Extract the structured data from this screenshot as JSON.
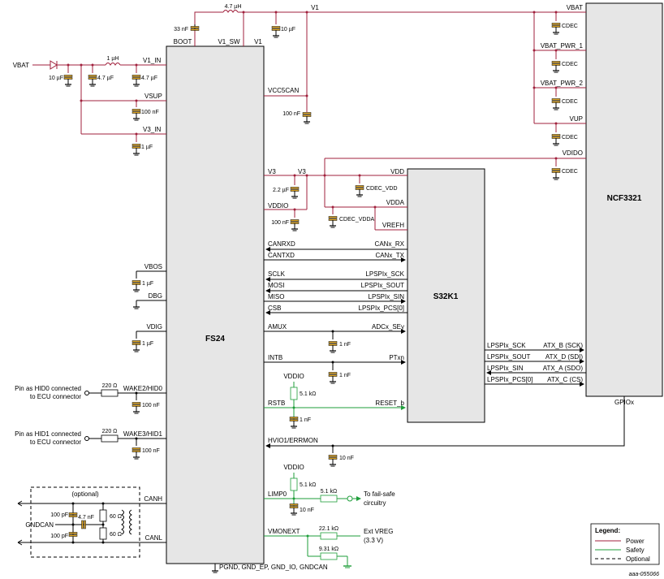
{
  "blocks": {
    "fs24": "FS24",
    "s32k1": "S32K1",
    "ncf3321": "NCF3321"
  },
  "fs24_pins": {
    "boot": "BOOT",
    "v1_sw": "V1_SW",
    "v1": "V1",
    "v1_in": "V1_IN",
    "vsup": "VSUP",
    "v3_in": "V3_IN",
    "vcc5can": "VCC5CAN",
    "v3": "V3",
    "vddio": "VDDIO",
    "canrxd": "CANRXD",
    "cantxd": "CANTXD",
    "sclk": "SCLK",
    "mosi": "MOSI",
    "miso": "MISO",
    "csb": "CSB",
    "amux": "AMUX",
    "intb": "INTB",
    "rstb": "RSTB",
    "hvio1": "HVIO1/ERRMON",
    "limp0": "LIMP0",
    "vmonext": "VMONEXT",
    "vbos": "VBOS",
    "dbg": "DBG",
    "vdig": "VDIG",
    "wake2": "WAKE2/HID0",
    "wake3": "WAKE3/HID1",
    "canh": "CANH",
    "canl": "CANL",
    "gnd": "PGND, GND_EP, GND_IO, GNDCAN"
  },
  "s32k1_pins": {
    "vdd": "VDD",
    "vdda": "VDDA",
    "vrefh": "VREFH",
    "canx_rx": "CANx_RX",
    "canx_tx": "CANx_TX",
    "sck": "LPSPIx_SCK",
    "sout": "LPSPIx_SOUT",
    "sin": "LPSPIx_SIN",
    "pcs": "LPSPIx_PCS[0]",
    "adc": "ADCx_SEy",
    "ptxn": "PTxn",
    "reset": "RESET_b",
    "r_sck": "LPSPIx_SCK",
    "r_sout": "LPSPIx_SOUT",
    "r_sin": "LPSPIx_SIN",
    "r_pcs": "LPSPIx_PCS[0]"
  },
  "ncf_pins": {
    "vbat": "VBAT",
    "vbat_pwr_1": "VBAT_PWR_1",
    "vbat_pwr_2": "VBAT_PWR_2",
    "vup": "VUP",
    "vdido": "VDIDO",
    "atx_b": "ATX_B (SCK)",
    "atx_d": "ATX_D (SDI)",
    "atx_a": "ATX_A (SDO)",
    "atx_c": "ATX_C (CS)",
    "gpiox": "GPIOx"
  },
  "nets": {
    "vbat_in": "VBAT",
    "v1_top": "V1",
    "v3_node": "V3",
    "vddio_rstb": "VDDIO",
    "vddio_limp": "VDDIO",
    "hid0_note_1": "Pin as HID0 connected",
    "hid0_note_2": "to ECU connector",
    "hid1_note_1": "Pin as HID1 connected",
    "hid1_note_2": "to ECU connector",
    "failsafe_1": "To fail-safe",
    "failsafe_2": "circuitry",
    "extvreg_1": "Ext VREG",
    "extvreg_2": "(3.3 V)",
    "gndcan": "GNDCAN",
    "optional": "(optional)"
  },
  "components": {
    "l_47uh": "4.7 µH",
    "c_33nf": "33 nF",
    "c_10uf_v1": "10 µF",
    "l_1uh": "1 µH",
    "c_10uf_in": "10 µF",
    "c_47uf_a": "4.7 µF",
    "c_47uf_b": "4.7 µF",
    "c_100nf_vsup": "100 nF",
    "c_1uf_v3in": "1 µF",
    "c_100nf_vcc5": "100 nF",
    "c_22uf": "2.2 µF",
    "c_100nf_vddio": "100 nF",
    "c_dec_vdd": "CDEC_VDD",
    "c_dec_vdda": "CDEC_VDDA",
    "c_1uf_vbos": "1 µF",
    "c_1uf_vdig": "1 µF",
    "c_1nf_amux": "1 nF",
    "c_1nf_intb": "1 nF",
    "r_51k_rstb": "5.1 kΩ",
    "c_1nf_rstb": "1 nF",
    "c_10nf_hvio": "10 nF",
    "r_220_a": "220 Ω",
    "c_100nf_w2": "100 nF",
    "r_220_b": "220 Ω",
    "c_100nf_w3": "100 nF",
    "r_51k_limp": "5.1 kΩ",
    "r_51k_limp2": "5.1 kΩ",
    "c_10nf_limp": "10 nF",
    "r_221k": "22.1 kΩ",
    "r_931k": "9.31 kΩ",
    "c_100pf_a": "100 pF",
    "c_100pf_b": "100 pF",
    "c_47nf_can": "4.7 nF",
    "r_60_a": "60 Ω",
    "r_60_b": "60 Ω",
    "cdec_1": "CDEC",
    "cdec_2": "CDEC",
    "cdec_3": "CDEC",
    "cdec_4": "CDEC",
    "cdec_5": "CDEC"
  },
  "legend": {
    "title": "Legend:",
    "power": "Power",
    "safety": "Safety",
    "optional": "Optional"
  },
  "colors": {
    "power": "#a0203c",
    "safety": "#1e9e3a",
    "block_fill": "#e6e6e6"
  },
  "figure_id": "aaa-055066"
}
